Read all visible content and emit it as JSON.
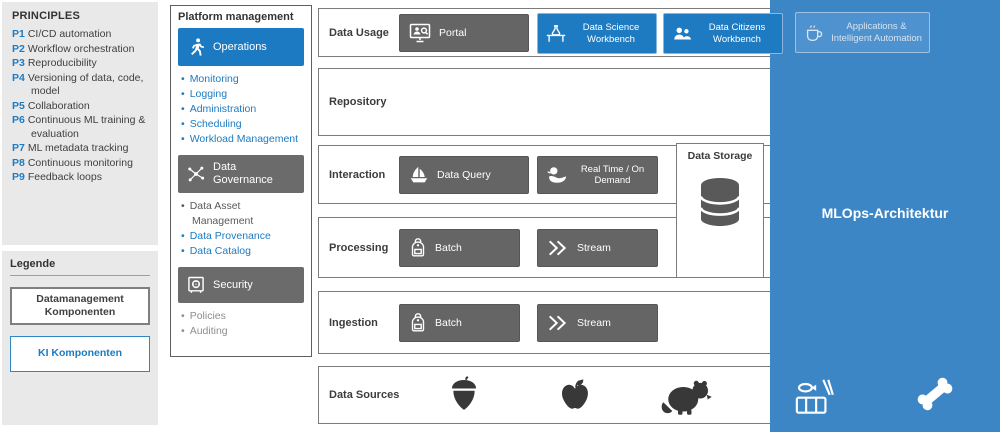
{
  "principles": {
    "title": "PRINCIPLES",
    "items": [
      {
        "id": "P1",
        "text": "CI/CD automation"
      },
      {
        "id": "P2",
        "text": "Workflow orchestration"
      },
      {
        "id": "P3",
        "text": "Reproducibility"
      },
      {
        "id": "P4",
        "text": "Versioning of data, code, model"
      },
      {
        "id": "P5",
        "text": "Collaboration"
      },
      {
        "id": "P6",
        "text": "Continuous ML training & evaluation"
      },
      {
        "id": "P7",
        "text": "ML metadata tracking"
      },
      {
        "id": "P8",
        "text": "Continuous monitoring"
      },
      {
        "id": "P9",
        "text": "Feedback loops"
      }
    ]
  },
  "legend": {
    "title": "Legende",
    "datamanagement_label": "Datamanagement Komponenten",
    "ki_label": "KI Komponenten"
  },
  "platform": {
    "title": "Platform management",
    "operations": {
      "label": "Operations",
      "bullets": [
        "Monitoring",
        "Logging",
        "Administration",
        "Scheduling",
        "Workload Management"
      ]
    },
    "governance": {
      "label": "Data Governance",
      "bullets": [
        {
          "text": "Data Asset Management",
          "type": "datamanagement"
        },
        {
          "text": "Data Provenance",
          "type": "ki"
        },
        {
          "text": "Data Catalog",
          "type": "ki"
        }
      ]
    },
    "security": {
      "label": "Security",
      "bullets": [
        "Policies",
        "Auditing"
      ]
    }
  },
  "rows": {
    "data_usage": {
      "label": "Data Usage",
      "portal": "Portal",
      "science": "Data Science Workbench",
      "citizens": "Data Citizens Workbench",
      "applications": "Applications & Intelligent Automation"
    },
    "repository": {
      "label": "Repository"
    },
    "interaction": {
      "label": "Interaction",
      "query": "Data Query",
      "realtime": "Real Time / On Demand"
    },
    "processing": {
      "label": "Processing",
      "batch": "Batch",
      "stream": "Stream"
    },
    "ingestion": {
      "label": "Ingestion",
      "batch": "Batch",
      "stream": "Stream"
    },
    "data_sources": {
      "label": "Data Sources"
    }
  },
  "data_storage": {
    "title": "Data Storage"
  },
  "overlay": {
    "title": "MLOps-Architektur"
  },
  "icons": {
    "operations": "running-person-icon",
    "governance": "network-nodes-icon",
    "security": "safe-icon",
    "portal": "monitor-user-icon",
    "science_workbench": "lab-workbench-icon",
    "citizens_workbench": "citizens-people-icon",
    "applications": "coffee-cup-icon",
    "data_query": "ship-icon",
    "real_time": "rubber-duck-icon",
    "batch": "backpack-icon",
    "stream": "double-chevron-icon",
    "data_storage": "database-cylinder-icon",
    "data_sources": [
      "acorn-icon",
      "apple-icon",
      "beaver-icon",
      "bento-fish-icon",
      "bone-icon"
    ]
  },
  "colors": {
    "accent_blue": "#1c7bc2",
    "panel_blue": "#3d86c6",
    "dark_gray": "#656565",
    "legend_gray_border": "#7f7f7f"
  }
}
